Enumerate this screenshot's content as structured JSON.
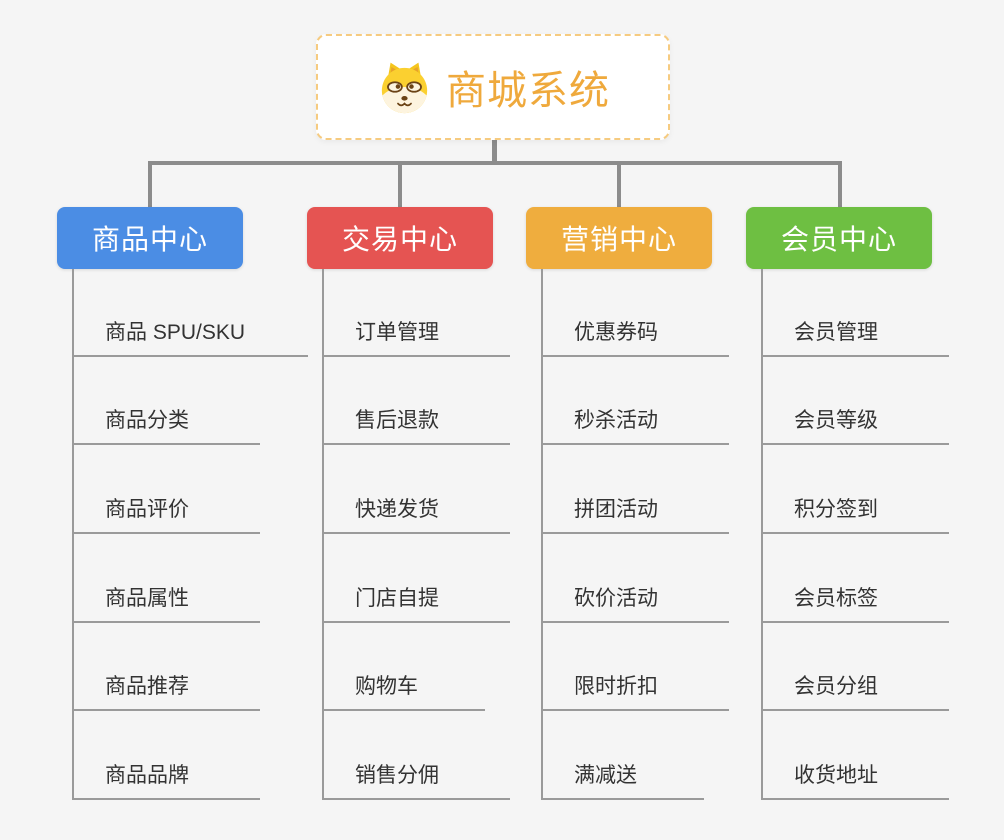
{
  "canvas": {
    "background": "#F5F5F5"
  },
  "connectors": {
    "trunk_color": "#8C8C8C",
    "leaf_line_color": "#9A9A9A"
  },
  "root": {
    "title": "商城系统",
    "title_color": "#EFA93C",
    "border_color": "#F6CB80",
    "icon": "shiba-dog"
  },
  "branches": [
    {
      "label": "商品中心",
      "color": "#4B8DE4",
      "items": [
        "商品 SPU/SKU",
        "商品分类",
        "商品评价",
        "商品属性",
        "商品推荐",
        "商品品牌"
      ]
    },
    {
      "label": "交易中心",
      "color": "#E55452",
      "items": [
        "订单管理",
        "售后退款",
        "快递发货",
        "门店自提",
        "购物车",
        "销售分佣"
      ]
    },
    {
      "label": "营销中心",
      "color": "#EFAD3E",
      "items": [
        "优惠券码",
        "秒杀活动",
        "拼团活动",
        "砍价活动",
        "限时折扣",
        "满减送"
      ]
    },
    {
      "label": "会员中心",
      "color": "#6EBF42",
      "items": [
        "会员管理",
        "会员等级",
        "积分签到",
        "会员标签",
        "会员分组",
        "收货地址"
      ]
    }
  ]
}
